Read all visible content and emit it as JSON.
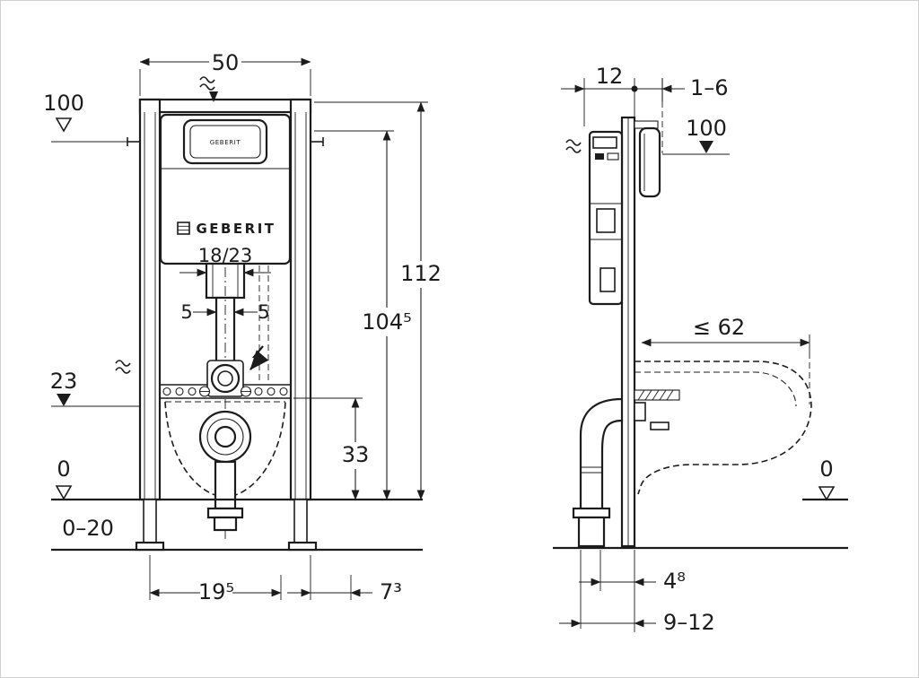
{
  "palette": {
    "ink": "#1c1c1c",
    "background": "#ffffff",
    "border": "#d0d0d0"
  },
  "front_view": {
    "brand": "GEBERIT",
    "plate_brand": "GEBERIT",
    "dims": {
      "width": "50",
      "level_top": "100",
      "height_total": "112",
      "height_upper_fixing": "104⁵",
      "flush_pipe": "18/23",
      "offset_left": "5",
      "offset_right": "5",
      "level_supply": "23",
      "height_outlet": "33",
      "level_floor": "0",
      "floor_buildup": "0–20",
      "foot_spacing": "19⁵",
      "side_offset": "7³"
    }
  },
  "side_view": {
    "dims": {
      "frame_depth": "12",
      "wall_distance": "1–6",
      "level_top": "100",
      "bowl_depth": "≤ 62",
      "level_floor": "0",
      "outlet_offset": "4⁸",
      "outlet_distance": "9–12"
    }
  }
}
